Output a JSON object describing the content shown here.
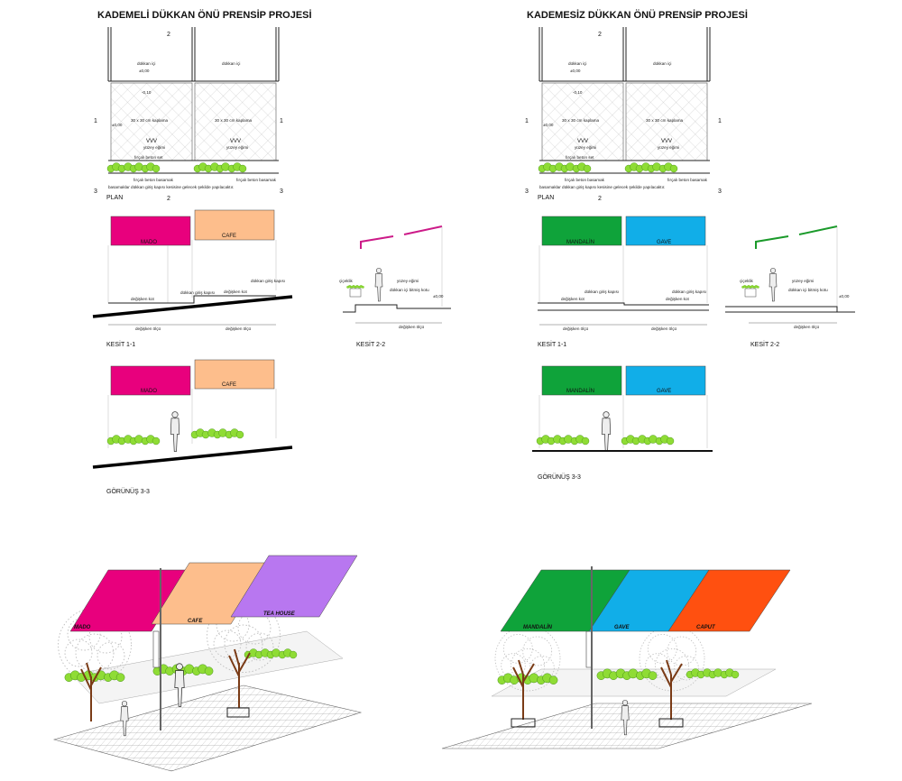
{
  "colors": {
    "mado": "#e8007d",
    "cafe": "#fdbe8c",
    "tea_house": "#b877f0",
    "mandalin": "#0fa33a",
    "gave": "#11aee8",
    "caput": "#ff5010",
    "planter": "#8fdc35",
    "section_line_left": "#cc1a88",
    "section_line_right": "#1a9a2a"
  },
  "left": {
    "title": "KADEMELİ DÜKKAN ÖNÜ PRENSİP PROJESİ",
    "plan": {
      "label": "PLAN",
      "shop_left": "dükkan içi",
      "shop_right": "dükkan içi",
      "level_0": "±0,00",
      "level_010": "-0,10",
      "level_street": "±0,00",
      "tile_left": "30 x 30 cm kaplama",
      "tile_right": "30 x 30 cm kaplama",
      "slope_code_left": "VVV",
      "slope_code_right": "VVV",
      "slope_left": "yüzey eğimi",
      "slope_right": "yüzey eğimi",
      "curb_left": "fırçalı beton set",
      "curb_right": "fırçalı beton basamak",
      "note1": "fırçalı beton basamak",
      "note2": "basamaklar dükkan giriş kapısı kesisine gelecek şekilde yapılacaktır.",
      "marker_1": "1",
      "marker_2": "2",
      "marker_3": "3"
    },
    "section11": {
      "label": "KESİT 1-1",
      "sign1": "MADO",
      "sign2": "CAFE",
      "door1": "dükkan giriş kapısı",
      "door2": "dükkan giriş kapısı",
      "level1": "değişken kot",
      "level2": "değişken kot",
      "dim1": "değişken ölçü",
      "dim2": "değişken ölçü"
    },
    "section22": {
      "label": "KESİT 2-2",
      "planter": "çiçeklik",
      "slope": "yüzey eğimi",
      "level": "dükkan içi bitmiş kotu",
      "level_value": "±0,00",
      "dim": "değişken ölçü"
    },
    "view33": {
      "label": "GÖRÜNÜŞ 3-3",
      "sign1": "MADO",
      "sign2": "CAFE"
    },
    "perspective": {
      "sign1": "MADO",
      "sign2": "CAFE",
      "sign3": "TEA HOUSE"
    }
  },
  "right": {
    "title": "KADEMESİZ DÜKKAN ÖNÜ PRENSİP PROJESİ",
    "plan": {
      "label": "PLAN",
      "shop_left": "dükkan içi",
      "shop_right": "dükkan içi",
      "level_0": "±0,00",
      "level_010": "-0,10",
      "level_street": "±0,00",
      "tile_left": "30 x 30 cm kaplama",
      "tile_right": "30 x 30 cm kaplama",
      "slope_code_left": "VVV",
      "slope_code_right": "VVV",
      "slope_left": "yüzey eğimi",
      "slope_right": "yüzey eğimi",
      "curb_left": "fırçalı beton set",
      "curb_right": "fırçalı beton basamak",
      "note1": "fırçalı beton basamak",
      "note2": "basamaklar dükkan giriş kapısı kesisine gelecek şekilde yapılacaktır.",
      "marker_1": "1",
      "marker_2": "2",
      "marker_3": "3"
    },
    "section11": {
      "label": "KESİT 1-1",
      "sign1": "MANDALİN",
      "sign2": "GAVE",
      "door1": "dükkan giriş kapısı",
      "door2": "dükkan giriş kapısı",
      "level1": "değişken kot",
      "level2": "değişken kot",
      "dim1": "değişken ölçü",
      "dim2": "değişken ölçü"
    },
    "section22": {
      "label": "KESİT 2-2",
      "planter": "çiçeklik",
      "slope": "yüzey eğimi",
      "level": "dükkan içi bitmiş kotu",
      "level_value": "±0,00",
      "dim": "değişken ölçü"
    },
    "view33": {
      "label": "GÖRÜNÜŞ 3-3",
      "sign1": "MANDALİN",
      "sign2": "GAVE"
    },
    "perspective": {
      "sign1": "MANDALİN",
      "sign2": "GAVE",
      "sign3": "CAPUT"
    }
  }
}
